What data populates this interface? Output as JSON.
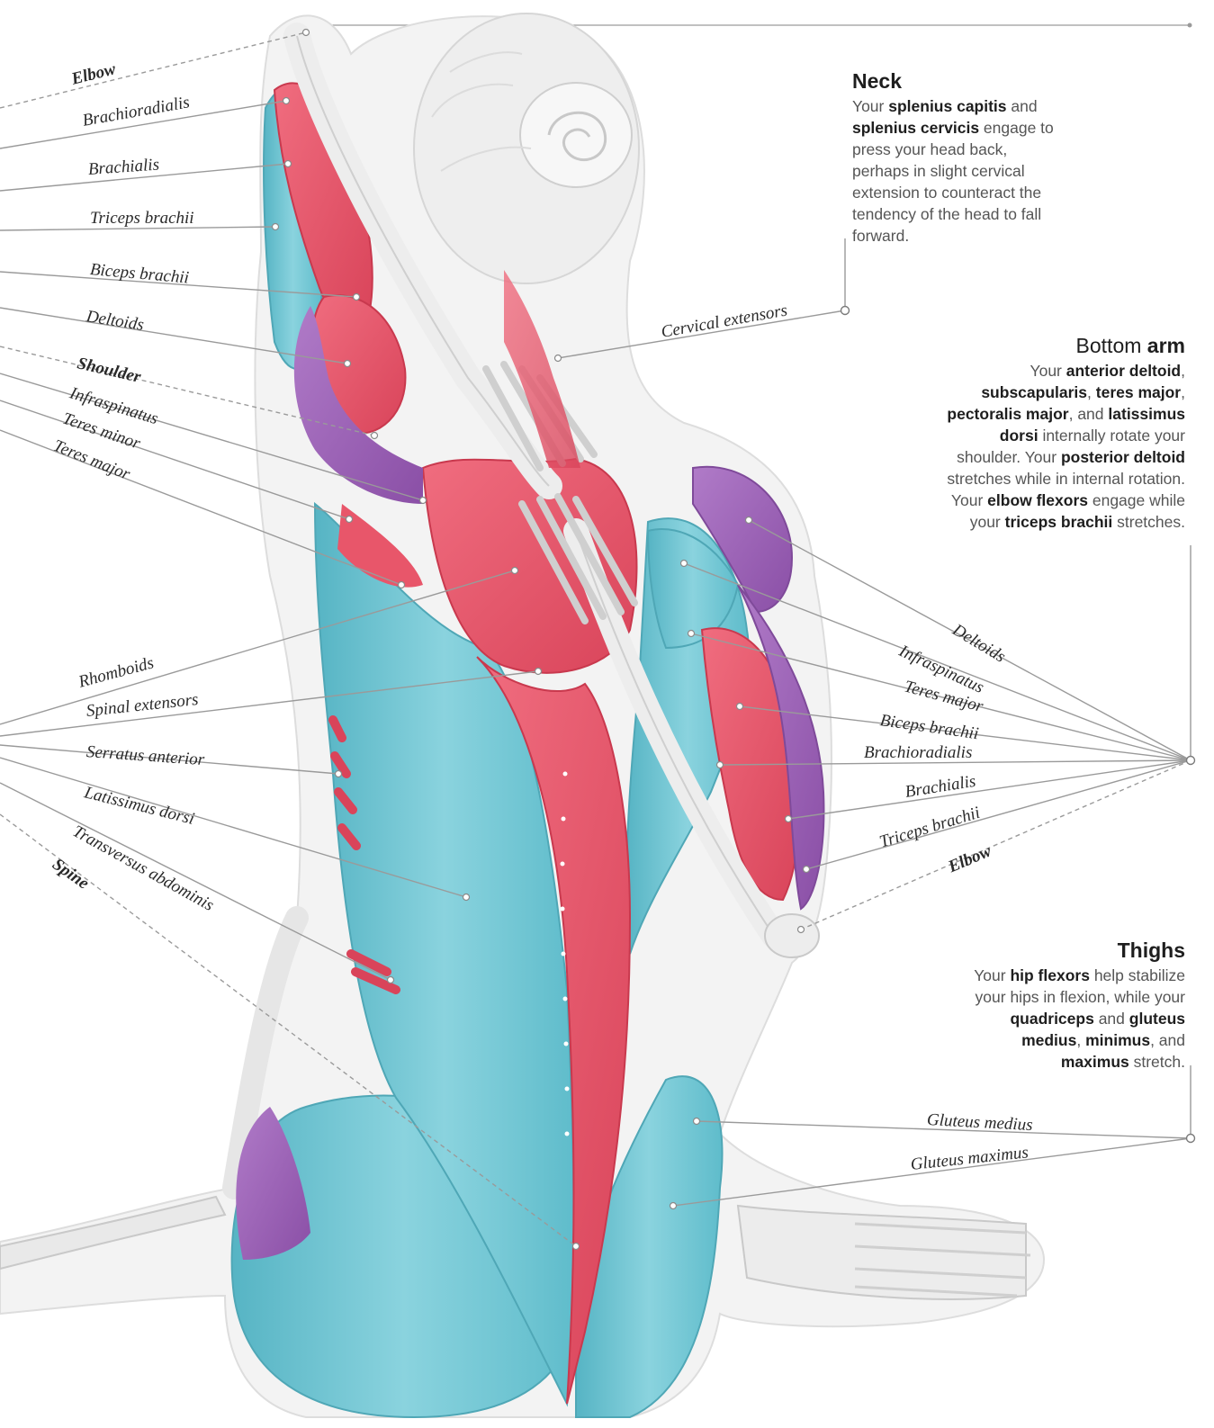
{
  "colors": {
    "muscle_red": "#e8566a",
    "muscle_blue": "#6cc3d1",
    "muscle_purple": "#9a5db4",
    "bone": "#eeeeee",
    "leader_line": "#9a9a9a",
    "text_dark": "#1e1e1e",
    "text_body": "#555555"
  },
  "labels_left": {
    "elbow": "Elbow",
    "brachioradialis": "Brachioradialis",
    "brachialis": "Brachialis",
    "triceps_brachii": "Triceps brachii",
    "biceps_brachii": "Biceps brachii",
    "deltoids": "Deltoids",
    "shoulder": "Shoulder",
    "infraspinatus": "Infraspinatus",
    "teres_minor": "Teres minor",
    "teres_major": "Teres major",
    "rhomboids": "Rhomboids",
    "spinal_extensors": "Spinal extensors",
    "serratus_anterior": "Serratus anterior",
    "latissimus_dorsi": "Latissimus dorsi",
    "transversus_abdominis": "Transversus abdominis",
    "spine": "Spine"
  },
  "labels_right": {
    "cervical_extensors": "Cervical extensors",
    "deltoids": "Deltoids",
    "infraspinatus": "Infraspinatus",
    "teres_major": "Teres major",
    "biceps_brachii": "Biceps brachii",
    "brachioradialis": "Brachioradialis",
    "brachialis": "Brachialis",
    "triceps_brachii": "Triceps brachii",
    "elbow": "Elbow",
    "gluteus_medius": "Gluteus medius",
    "gluteus_maximus": "Gluteus maximus"
  },
  "neck": {
    "title": "Neck",
    "t1": "Your ",
    "b1": "splenius capitis",
    "t2": " and ",
    "b2": "splenius cervicis",
    "t3": " engage to press your head back, perhaps in slight cervical extension to counteract the tendency of the head to fall forward."
  },
  "bottom_arm": {
    "title_light": "Bottom ",
    "title_bold": "arm",
    "t1": "Your ",
    "b1": "anterior deltoid",
    "t2": ", ",
    "b2": "subscapularis",
    "t3": ", ",
    "b3": "teres major",
    "t4": ", ",
    "b4": "pectoralis major",
    "t5": ", and ",
    "b5": "latissimus dorsi",
    "t6": " internally rotate your shoulder. Your ",
    "b6": "posterior deltoid",
    "t7": " stretches while in internal rotation. Your ",
    "b7": "elbow flexors",
    "t8": " engage while your ",
    "b8": "triceps brachii",
    "t9": " stretches."
  },
  "thighs": {
    "title": "Thighs",
    "t1": "Your ",
    "b1": "hip flexors",
    "t2": " help stabilize your hips in flexion, while your ",
    "b2": "quadriceps",
    "t3": " and ",
    "b3": "gluteus medius",
    "t4": ", ",
    "b4": "minimus",
    "t5": ", and ",
    "b5": "maximus",
    "t6": " stretch."
  }
}
